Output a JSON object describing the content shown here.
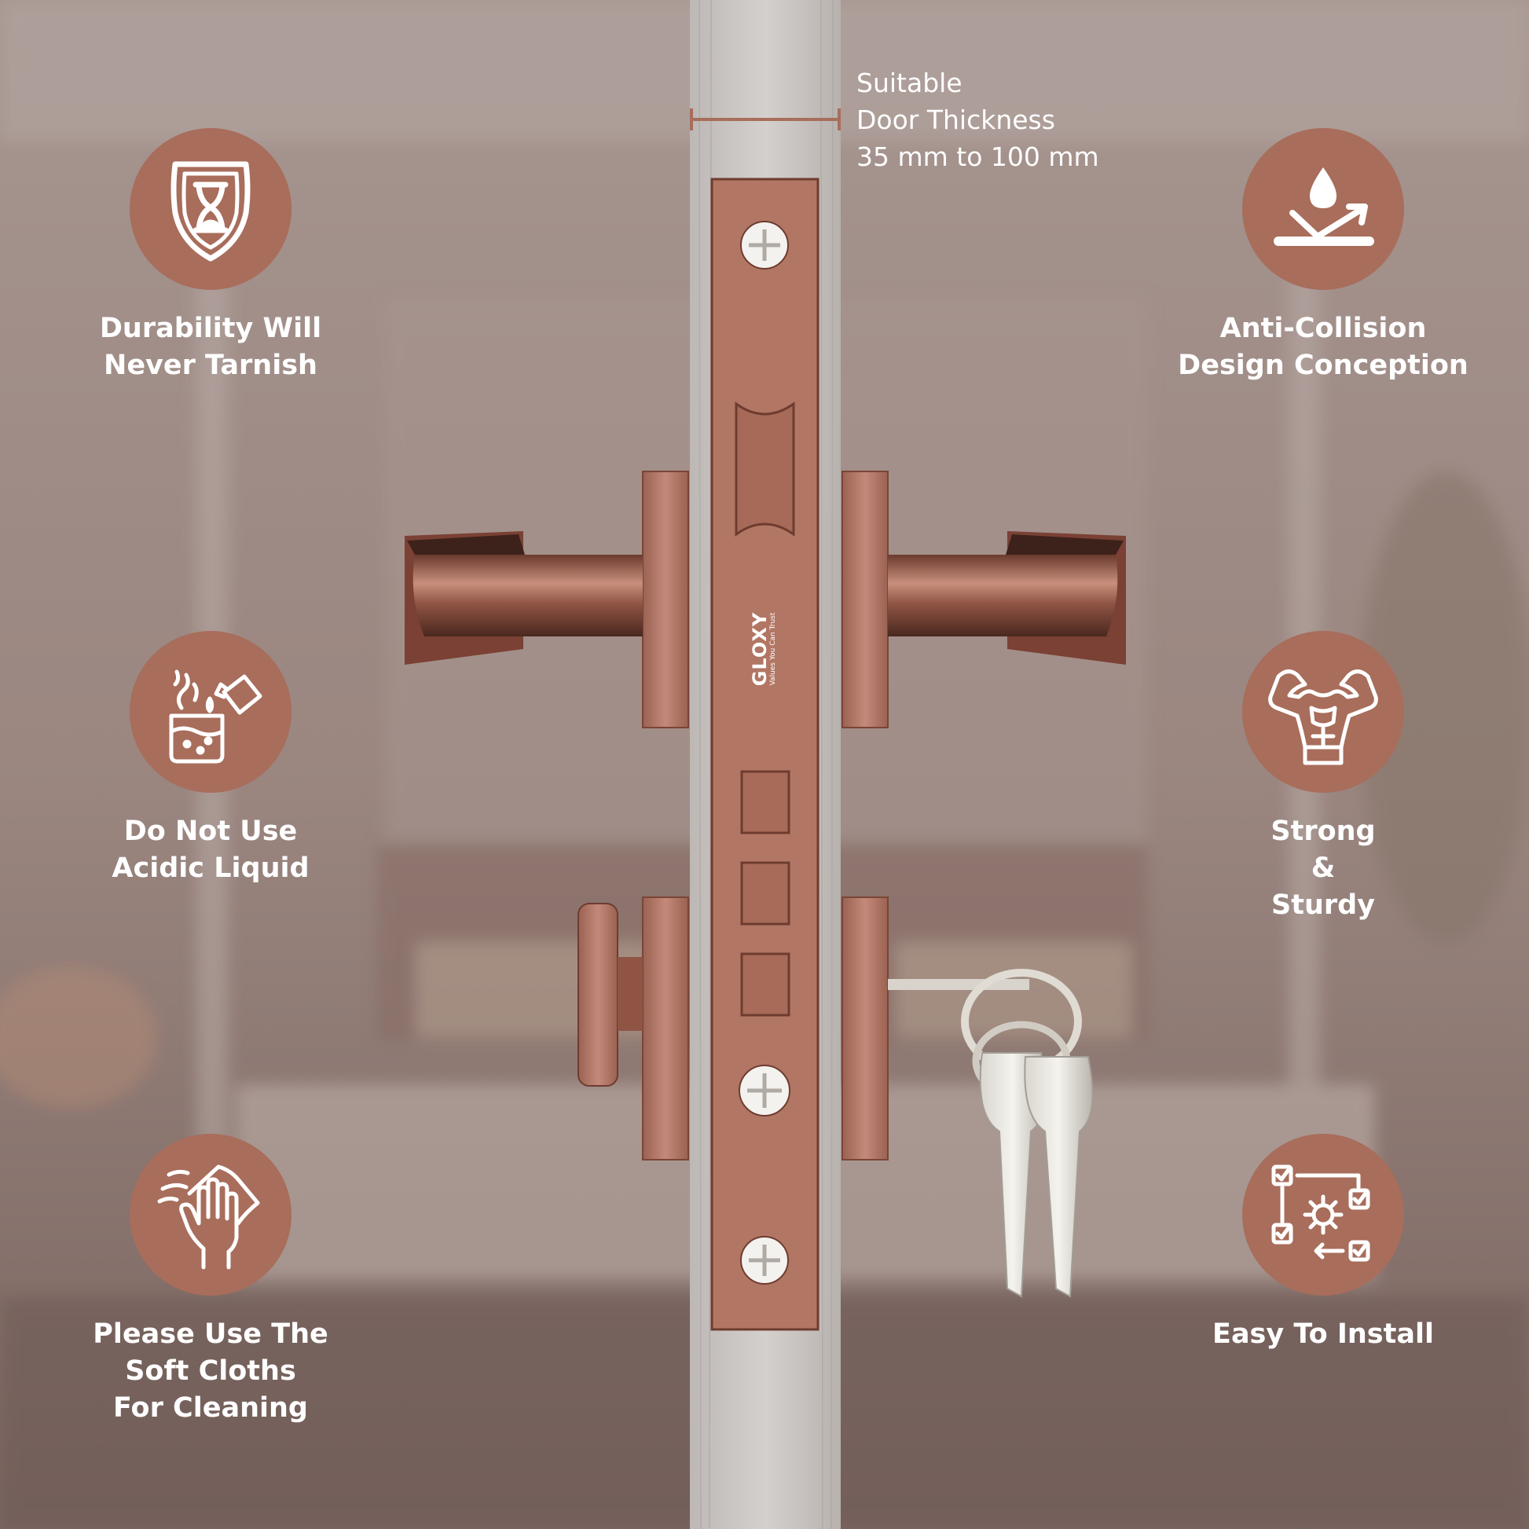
{
  "brand": {
    "logo_text": "GLOXY",
    "tagline": "Values You Can Trust"
  },
  "door_thickness": {
    "line1": "Suitable",
    "line2": "Door Thickness",
    "line3": "35 mm to 100 mm"
  },
  "features": [
    {
      "icon": "hourglass-shield-icon",
      "lines": [
        "Durability Will",
        "Never Tarnish"
      ]
    },
    {
      "icon": "chemical-beaker-icon",
      "lines": [
        "Do Not Use",
        "Acidic Liquid"
      ]
    },
    {
      "icon": "cleaning-hand-cloth-icon",
      "lines": [
        "Please Use The",
        "Soft Cloths",
        "For Cleaning"
      ]
    },
    {
      "icon": "water-drop-deflect-icon",
      "lines": [
        "Anti-Collision",
        "Design Conception"
      ]
    },
    {
      "icon": "strong-muscle-torso-icon",
      "lines": [
        "Strong",
        "&",
        "Sturdy"
      ]
    },
    {
      "icon": "gear-checklist-icon",
      "lines": [
        "Easy To Install"
      ]
    }
  ],
  "colors": {
    "badge": "#a86d5b",
    "copper": "#b27664",
    "background_tint": "#9a857f",
    "text": "#ffffff"
  }
}
